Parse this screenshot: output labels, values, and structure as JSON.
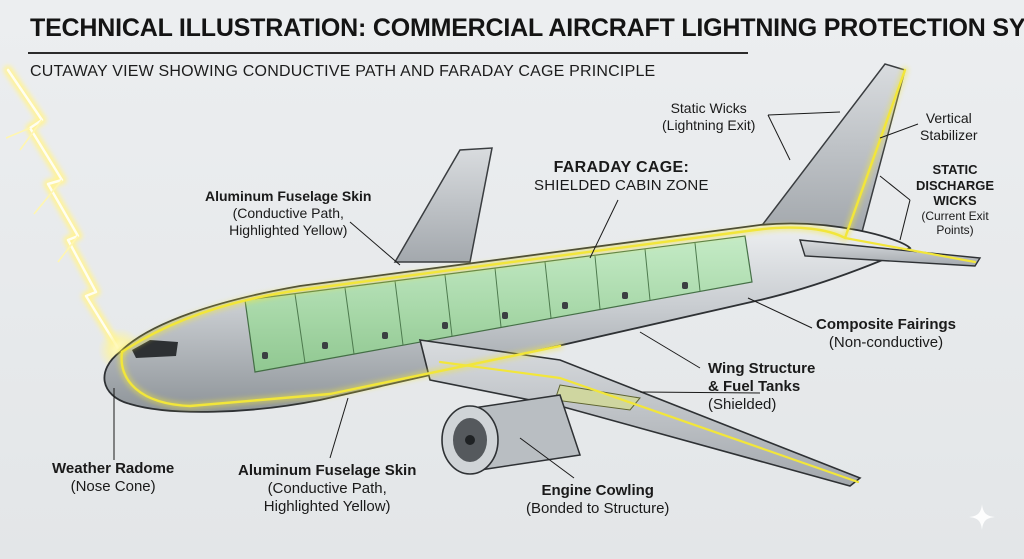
{
  "header": {
    "title": "TECHNICAL ILLUSTRATION: COMMERCIAL AIRCRAFT LIGHTNING PROTECTION SYSTEM",
    "subtitle": "CUTAWAY VIEW SHOWING CONDUCTIVE PATH AND FARADAY CAGE PRINCIPLE"
  },
  "labels": {
    "skin_top": {
      "title": "Aluminum Fuselage Skin",
      "line1": "(Conductive Path,",
      "line2": "Highlighted Yellow)"
    },
    "faraday": {
      "title": "FARADAY CAGE:",
      "sub": "SHIELDED CABIN ZONE"
    },
    "wicks_top": {
      "line1": "Static Wicks",
      "line2": "(Lightning Exit)"
    },
    "stabilizer": {
      "line1": "Vertical",
      "line2": "Stabilizer"
    },
    "wicks_right": {
      "t1": "STATIC",
      "t2": "DISCHARGE",
      "t3": "WICKS",
      "s1": "(Current Exit",
      "s2": "Points)"
    },
    "fairings": {
      "title": "Composite Fairings",
      "sub": "(Non-conductive)"
    },
    "wing": {
      "line1": "Wing Structure",
      "line2_bold": "& Fuel Tanks",
      "line2_rest": " (Shielded)"
    },
    "radome": {
      "title": "Weather Radome",
      "sub": "(Nose Cone)"
    },
    "skin_bottom": {
      "title": "Aluminum Fuselage Skin",
      "line1": "(Conductive Path,",
      "line2": "Highlighted Yellow)"
    },
    "engine": {
      "title": "Engine Cowling",
      "sub": "(Bonded to Structure)"
    }
  },
  "colors": {
    "conductive_path": "#f2e63a",
    "cabin_shield": "#9fd7a0",
    "fuselage": "#c9cdd1",
    "lightning": "#fff6a8"
  },
  "icons": [
    "lightning-bolt-icon",
    "sparkle-icon"
  ]
}
